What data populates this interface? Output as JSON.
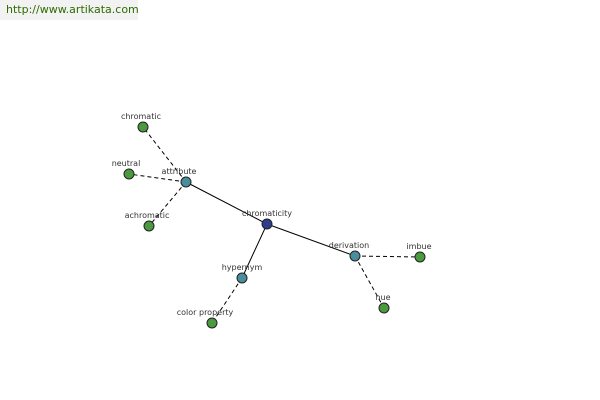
{
  "header": {
    "url": "http://www.artikata.com"
  },
  "colors": {
    "center": "#2e3e8c",
    "relation": "#4a8e9e",
    "leaf": "#4c9a3f",
    "url_text": "#2e6b00"
  },
  "graph": {
    "nodes": [
      {
        "id": "chromaticity",
        "label": "chromaticity",
        "kind": "center"
      },
      {
        "id": "attribute",
        "label": "attribute",
        "kind": "relation"
      },
      {
        "id": "hypernym",
        "label": "hypernym",
        "kind": "relation"
      },
      {
        "id": "derivation",
        "label": "derivation",
        "kind": "relation"
      },
      {
        "id": "chromatic",
        "label": "chromatic",
        "kind": "leaf"
      },
      {
        "id": "neutral",
        "label": "neutral",
        "kind": "leaf"
      },
      {
        "id": "achromatic",
        "label": "achromatic",
        "kind": "leaf"
      },
      {
        "id": "color_property",
        "label": "color property",
        "kind": "leaf"
      },
      {
        "id": "imbue",
        "label": "imbue",
        "kind": "leaf"
      },
      {
        "id": "hue",
        "label": "hue",
        "kind": "leaf"
      }
    ],
    "edges": [
      {
        "from": "chromaticity",
        "to": "attribute",
        "style": "solid"
      },
      {
        "from": "chromaticity",
        "to": "hypernym",
        "style": "solid"
      },
      {
        "from": "chromaticity",
        "to": "derivation",
        "style": "solid"
      },
      {
        "from": "attribute",
        "to": "chromatic",
        "style": "dashed"
      },
      {
        "from": "attribute",
        "to": "neutral",
        "style": "dashed"
      },
      {
        "from": "attribute",
        "to": "achromatic",
        "style": "dashed"
      },
      {
        "from": "hypernym",
        "to": "color_property",
        "style": "dashed"
      },
      {
        "from": "derivation",
        "to": "imbue",
        "style": "dashed"
      },
      {
        "from": "derivation",
        "to": "hue",
        "style": "dashed"
      }
    ]
  }
}
